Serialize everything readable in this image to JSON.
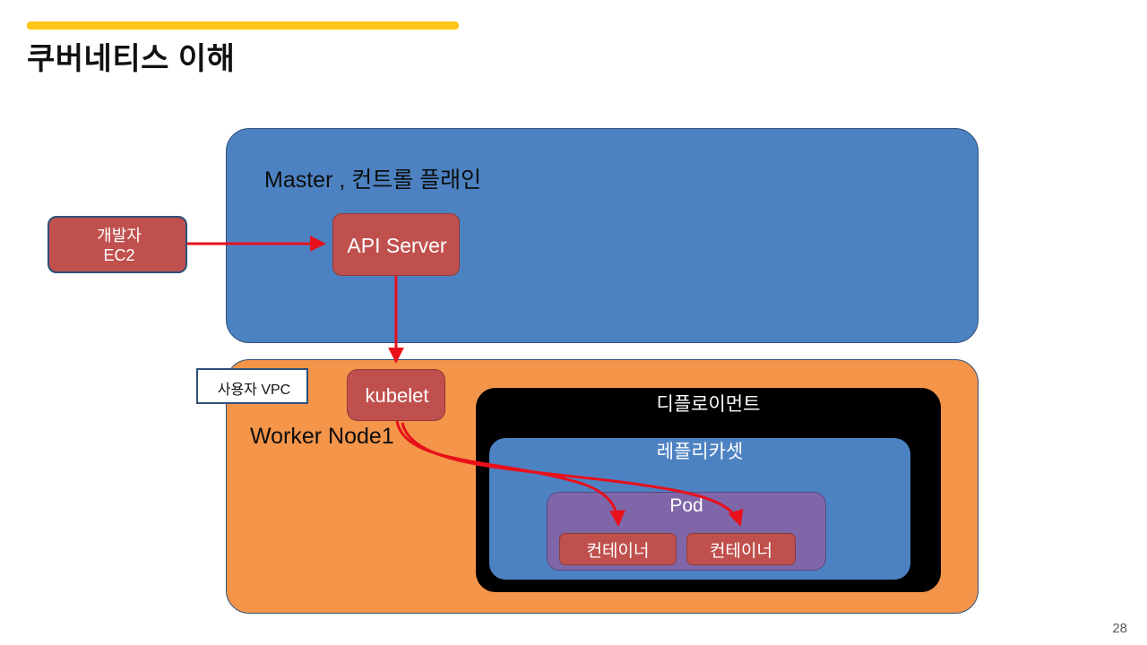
{
  "slide": {
    "title": "쿠버네티스 이해",
    "page_number": "28",
    "accent_bar_color": "#ffc517"
  },
  "colors": {
    "master_blue": "#4d82c2",
    "worker_orange": "#f4954a",
    "component_red": "#c0504d",
    "pod_purple": "#8066a8",
    "deployment_black": "#000000",
    "arrow_red": "#e8101b",
    "border_navy": "#2e4f78"
  },
  "diagram": {
    "master": {
      "label": "Master , 컨트롤 플래인",
      "api_server": {
        "label": "API Server"
      }
    },
    "developer": {
      "line1": "개발자",
      "line2": "EC2"
    },
    "vpc": {
      "label": "사용자  VPC"
    },
    "worker": {
      "label": "Worker Node1",
      "kubelet": {
        "label": "kubelet"
      },
      "deployment": {
        "label": "디플로이먼트",
        "replicaset": {
          "label": "레플리카셋",
          "pod": {
            "label": "Pod",
            "containers": [
              {
                "label": "컨테이너"
              },
              {
                "label": "컨테이너"
              }
            ]
          }
        }
      }
    }
  }
}
